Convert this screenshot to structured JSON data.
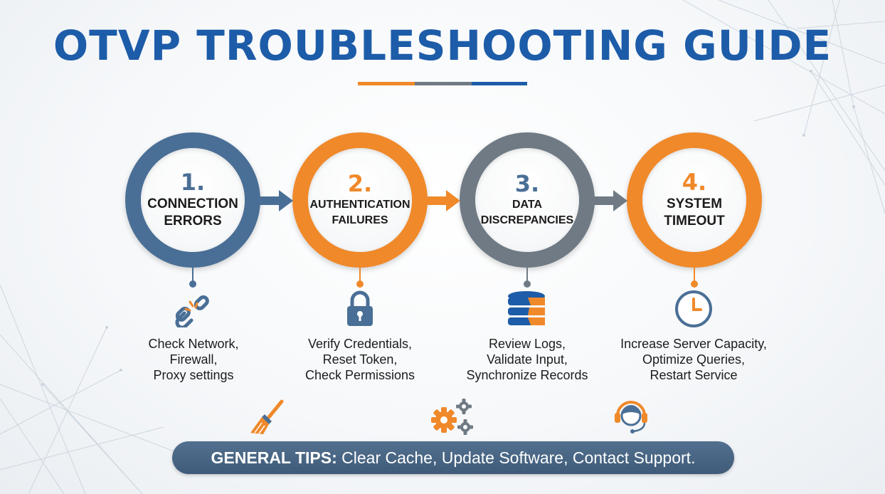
{
  "title": "OTVP TROUBLESHOOTING GUIDE",
  "colors": {
    "blue": "#1d5ca8",
    "steel_blue": "#4a6f96",
    "orange": "#f0892a",
    "gray": "#6f7a84",
    "title_rule": [
      "#f0892a",
      "#6f7a84",
      "#1d5ca8"
    ]
  },
  "steps": [
    {
      "number": "1.",
      "label_lines": [
        "CONNECTION",
        "ERRORS"
      ],
      "icon": "broken-link-icon",
      "color": "#4a6f96",
      "description_lines": [
        "Check Network,",
        "Firewall,",
        "Proxy settings"
      ]
    },
    {
      "number": "2.",
      "label_lines": [
        "AUTHENTICATION",
        "FAILURES"
      ],
      "icon": "padlock-icon",
      "color": "#f0892a",
      "description_lines": [
        "Verify Credentials,",
        "Reset Token,",
        "Check Permissions"
      ]
    },
    {
      "number": "3.",
      "label_lines": [
        "DATA",
        "DISCREPANCIES"
      ],
      "icon": "database-icon",
      "color": "#6f7a84",
      "description_lines": [
        "Review Logs,",
        "Validate Input,",
        "Synchronize Records"
      ]
    },
    {
      "number": "4.",
      "label_lines": [
        "SYSTEM",
        "TIMEOUT"
      ],
      "icon": "clock-icon",
      "color": "#f0892a",
      "description_lines": [
        "Increase Server Capacity,",
        "Optimize Queries,",
        "Restart Service"
      ]
    }
  ],
  "tip_icons": [
    "broom-icon",
    "gears-icon",
    "headset-support-icon"
  ],
  "general_tips": {
    "heading": "GENERAL TIPS:",
    "text": " Clear Cache, Update Software, Contact Support."
  }
}
